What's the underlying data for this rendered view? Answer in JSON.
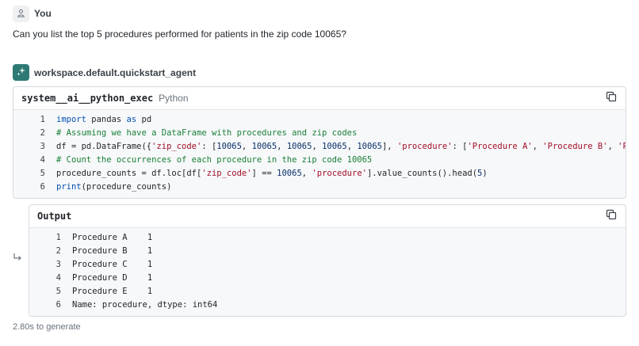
{
  "user": {
    "name": "You",
    "message": "Can you list the top 5 procedures performed for patients in the zip code 10065?"
  },
  "agent": {
    "name": "workspace.default.quickstart_agent"
  },
  "code_cell": {
    "function": "system__ai__python_exec",
    "language": "Python",
    "lines": [
      {
        "n": "1",
        "tokens": [
          [
            "kw",
            "import"
          ],
          [
            "t",
            " pandas "
          ],
          [
            "kw",
            "as"
          ],
          [
            "t",
            " pd"
          ]
        ]
      },
      {
        "n": "2",
        "tokens": [
          [
            "cm",
            "# Assuming we have a DataFrame with procedures and zip codes"
          ]
        ]
      },
      {
        "n": "3",
        "tokens": [
          [
            "t",
            "df = pd.DataFrame({"
          ],
          [
            "str",
            "'zip_code'"
          ],
          [
            "t",
            ": ["
          ],
          [
            "num",
            "10065"
          ],
          [
            "t",
            ", "
          ],
          [
            "num",
            "10065"
          ],
          [
            "t",
            ", "
          ],
          [
            "num",
            "10065"
          ],
          [
            "t",
            ", "
          ],
          [
            "num",
            "10065"
          ],
          [
            "t",
            ", "
          ],
          [
            "num",
            "10065"
          ],
          [
            "t",
            "], "
          ],
          [
            "str",
            "'procedure'"
          ],
          [
            "t",
            ": ["
          ],
          [
            "str",
            "'Procedure A'"
          ],
          [
            "t",
            ", "
          ],
          [
            "str",
            "'Procedure B'"
          ],
          [
            "t",
            ", "
          ],
          [
            "str",
            "'Proce"
          ]
        ]
      },
      {
        "n": "4",
        "tokens": [
          [
            "cm",
            "# Count the occurrences of each procedure in the zip code 10065"
          ]
        ]
      },
      {
        "n": "5",
        "tokens": [
          [
            "t",
            "procedure_counts = df.loc[df["
          ],
          [
            "str",
            "'zip_code'"
          ],
          [
            "t",
            "] == "
          ],
          [
            "num",
            "10065"
          ],
          [
            "t",
            ", "
          ],
          [
            "str",
            "'procedure'"
          ],
          [
            "t",
            "].value_counts().head("
          ],
          [
            "num",
            "5"
          ],
          [
            "t",
            ")"
          ]
        ]
      },
      {
        "n": "6",
        "tokens": [
          [
            "fn",
            "print"
          ],
          [
            "t",
            "(procedure_counts)"
          ]
        ]
      }
    ]
  },
  "output_cell": {
    "title": "Output",
    "lines": [
      {
        "n": "1",
        "text": "Procedure A    1"
      },
      {
        "n": "2",
        "text": "Procedure B    1"
      },
      {
        "n": "3",
        "text": "Procedure C    1"
      },
      {
        "n": "4",
        "text": "Procedure D    1"
      },
      {
        "n": "5",
        "text": "Procedure E    1"
      },
      {
        "n": "6",
        "text": "Name: procedure, dtype: int64"
      }
    ]
  },
  "footer": {
    "generation_time": "2.80s to generate"
  },
  "icons": {
    "user": "person-icon",
    "agent": "sparkle-icon",
    "copy": "copy-icon",
    "output": "return-arrow-icon"
  },
  "colors": {
    "agent_accent": "#2d7a74",
    "code_bg": "#f6f8fa",
    "keyword": "#0550ae",
    "comment": "#1a7f37",
    "string": "#a40e26"
  }
}
